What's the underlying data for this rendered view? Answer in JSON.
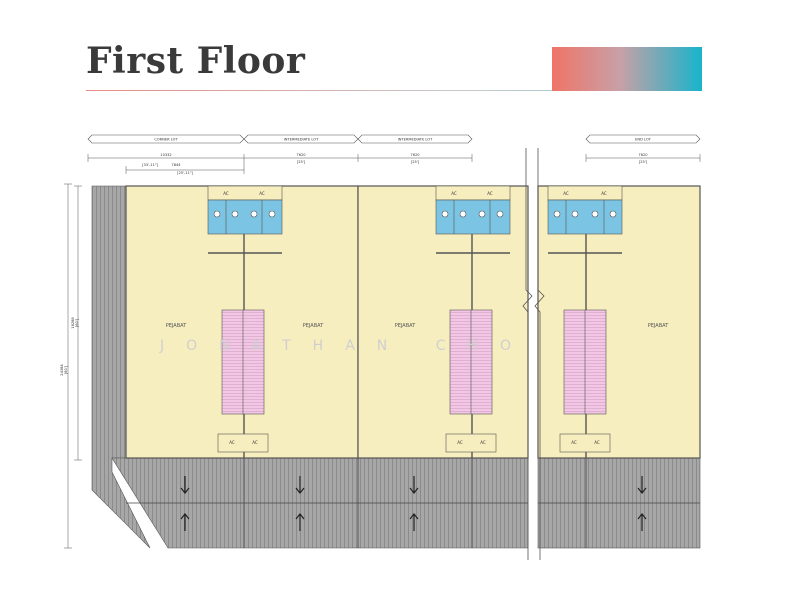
{
  "title": "First Floor",
  "lots": [
    {
      "label": "CORNER LOT",
      "room": "PEJABAT"
    },
    {
      "label": "INTERMEDIATE LOT",
      "room": "PEJABAT"
    },
    {
      "label": "INTERMEDIATE LOT",
      "room": "PEJABAT"
    },
    {
      "label": "END LOT",
      "room": "PEJABAT"
    }
  ],
  "dimensions": {
    "corner_total": "10332",
    "corner_sub": "[33'-11\"]",
    "corner_inner": "7844",
    "corner_inner_imp": "[25'-11\"]",
    "inter_1": "7620",
    "inter_1_imp": "[25']",
    "inter_2": "7620",
    "inter_2_imp": "[25']",
    "end": "7620",
    "end_imp": "[25']",
    "depth_total": "24384",
    "depth_total_imp": "[80']",
    "depth_inner": "18288",
    "depth_inner_imp": "[60']"
  },
  "ac_label": "AC",
  "watermark": "JONATHAN CHO",
  "colors": {
    "floor": "#f7eebf",
    "wall": "#555555",
    "toilet": "#7cc4e3",
    "stair": "#f0bfe0",
    "corridor": "#9a9a9a",
    "swatch_left": "#f07468",
    "swatch_right": "#18b4cc"
  }
}
